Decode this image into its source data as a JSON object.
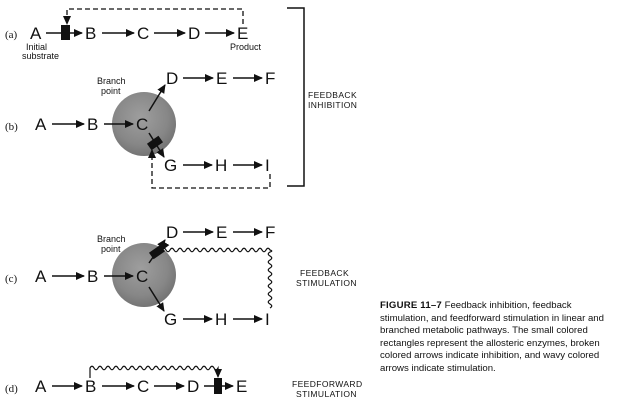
{
  "panels": [
    "(a)",
    "(b)",
    "(c)",
    "(d)"
  ],
  "a": {
    "A": "A",
    "B": "B",
    "C": "C",
    "D": "D",
    "E": "E",
    "initial_1": "Initial",
    "initial_2": "substrate",
    "product": "Product"
  },
  "b": {
    "A": "A",
    "B": "B",
    "C": "C",
    "D": "D",
    "E": "E",
    "F": "F",
    "G": "G",
    "H": "H",
    "I": "I",
    "branch_1": "Branch",
    "branch_2": "point"
  },
  "c": {
    "A": "A",
    "B": "B",
    "C": "C",
    "D": "D",
    "E": "E",
    "F": "F",
    "G": "G",
    "H": "H",
    "I": "I",
    "branch_1": "Branch",
    "branch_2": "point"
  },
  "d": {
    "A": "A",
    "B": "B",
    "C": "C",
    "D": "D",
    "E": "E"
  },
  "side_labels": {
    "inhibition_1": "FEEDBACK",
    "inhibition_2": "INHIBITION",
    "stimulation_1": "FEEDBACK",
    "stimulation_2": "STIMULATION",
    "feedforward_1": "FEEDFORWARD",
    "feedforward_2": "STIMULATION"
  },
  "caption": {
    "label": "FIGURE 11–7",
    "text": "Feedback inhibition, feedback stimulation, and feedforward stimulation in linear and branched metabolic pathways. The small colored rectangles represent the allosteric enzymes, broken colored arrows indicate inhibition, and wavy colored arrows indicate stimulation."
  },
  "colors": {
    "ink": "#111111",
    "branch_disc": "#8a8a8a"
  }
}
